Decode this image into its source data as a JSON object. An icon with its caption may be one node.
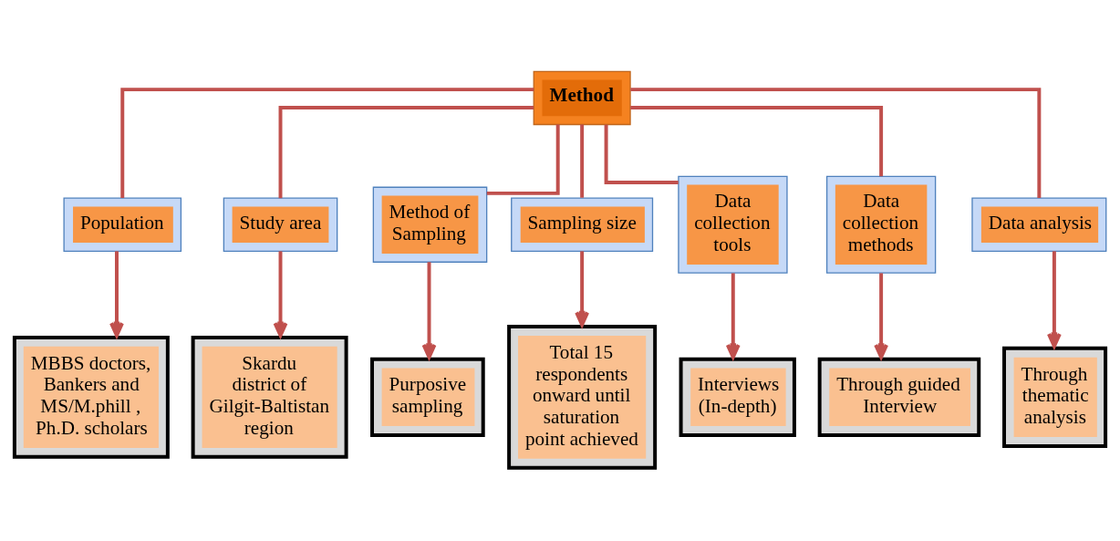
{
  "diagram": {
    "nodes": [
      {
        "text": [
          "Method"
        ]
      },
      {
        "text": [
          "Population"
        ]
      },
      {
        "text": [
          "Study area"
        ]
      },
      {
        "text": [
          "Method of Sampling"
        ]
      },
      {
        "text": [
          "Sampling size"
        ]
      },
      {
        "text": [
          "Data collection tools"
        ]
      },
      {
        "text": [
          "Data collection methods"
        ]
      },
      {
        "text": [
          "Data analysis"
        ]
      },
      {
        "text": [
          "MBBS doctors, Bankers and MS/M.phill , Ph.D. scholars"
        ]
      },
      {
        "text": [
          "Skardu district of Gilgit-Baltistan region"
        ]
      },
      {
        "text": [
          "Purposive sampling"
        ]
      },
      {
        "text": [
          "Total 15 respondents onward until saturation point achieved"
        ]
      },
      {
        "text": [
          "Interviews (In-depth)"
        ]
      },
      {
        "text": [
          "Through guided Interview"
        ]
      },
      {
        "text": [
          "Through thematic analysis"
        ]
      }
    ],
    "edges": [
      {
        "from": 0,
        "to": 1,
        "arrow": "none"
      },
      {
        "from": 0,
        "to": 2,
        "arrow": "none"
      },
      {
        "from": 0,
        "to": 3,
        "arrow": "none"
      },
      {
        "from": 0,
        "to": 4,
        "arrow": "none"
      },
      {
        "from": 0,
        "to": 5,
        "arrow": "none"
      },
      {
        "from": 0,
        "to": 6,
        "arrow": "none"
      },
      {
        "from": 0,
        "to": 7,
        "arrow": "none"
      },
      {
        "from": 1,
        "to": 8,
        "arrow": "to"
      },
      {
        "from": 2,
        "to": 9,
        "arrow": "to"
      },
      {
        "from": 3,
        "to": 10,
        "arrow": "to"
      },
      {
        "from": 4,
        "to": 11,
        "arrow": "to"
      },
      {
        "from": 5,
        "to": 12,
        "arrow": "to"
      },
      {
        "from": 6,
        "to": 13,
        "arrow": "to"
      },
      {
        "from": 7,
        "to": 14,
        "arrow": "to"
      }
    ]
  }
}
